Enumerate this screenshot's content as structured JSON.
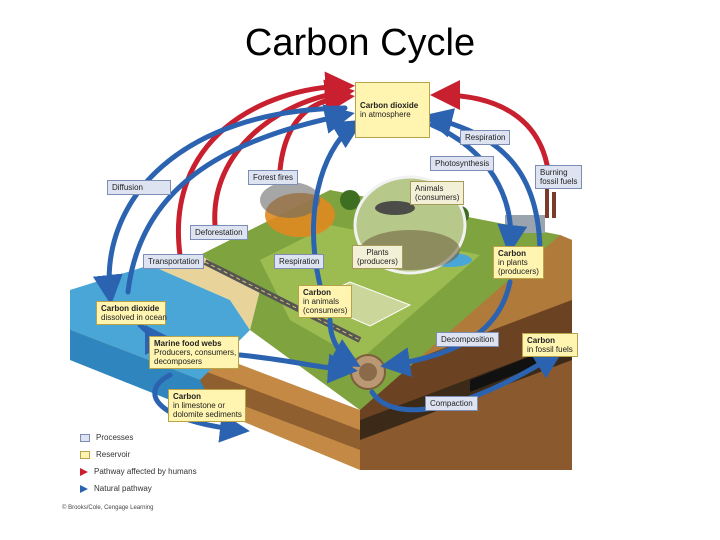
{
  "title": "Carbon Cycle",
  "colors": {
    "human_pathway": "#c8202f",
    "natural_pathway": "#2c63b0",
    "process_fill": "#dde3f0",
    "reservoir_fill": "#fff4b0"
  },
  "labels": {
    "co2_atmosphere": {
      "head": "Carbon dioxide",
      "sub": "in atmosphere"
    },
    "respiration_top": "Respiration",
    "photosynthesis": "Photosynthesis",
    "burning": {
      "line1": "Burning",
      "line2": "fossil fuels"
    },
    "diffusion": "Diffusion",
    "forest_fires": "Forest fires",
    "animals": {
      "line1": "Animals",
      "line2": "(consumers)"
    },
    "deforestation": "Deforestation",
    "plants": {
      "line1": "Plants",
      "line2": "(producers)"
    },
    "transportation": "Transportation",
    "respiration_mid": "Respiration",
    "carbon_plants": {
      "head": "Carbon",
      "sub1": "in plants",
      "sub2": "(producers)"
    },
    "carbon_animals": {
      "head": "Carbon",
      "sub1": "in animals",
      "sub2": "(consumers)"
    },
    "co2_ocean": {
      "head": "Carbon dioxide",
      "sub": "dissolved in ocean"
    },
    "decomposition": "Decomposition",
    "carbon_fossil": {
      "head": "Carbon",
      "sub": "in fossil fuels"
    },
    "marine": {
      "head": "Marine food webs",
      "sub1": "Producers, consumers,",
      "sub2": "decomposers"
    },
    "compaction": "Compaction",
    "carbon_limestone": {
      "head": "Carbon",
      "sub1": "in limestone or",
      "sub2": "dolomite sediments"
    }
  },
  "legend": {
    "processes": "Processes",
    "reservoir": "Reservoir",
    "human": "Pathway affected by humans",
    "natural": "Natural pathway"
  },
  "credit": "© Brooks/Cole, Cengage Learning"
}
